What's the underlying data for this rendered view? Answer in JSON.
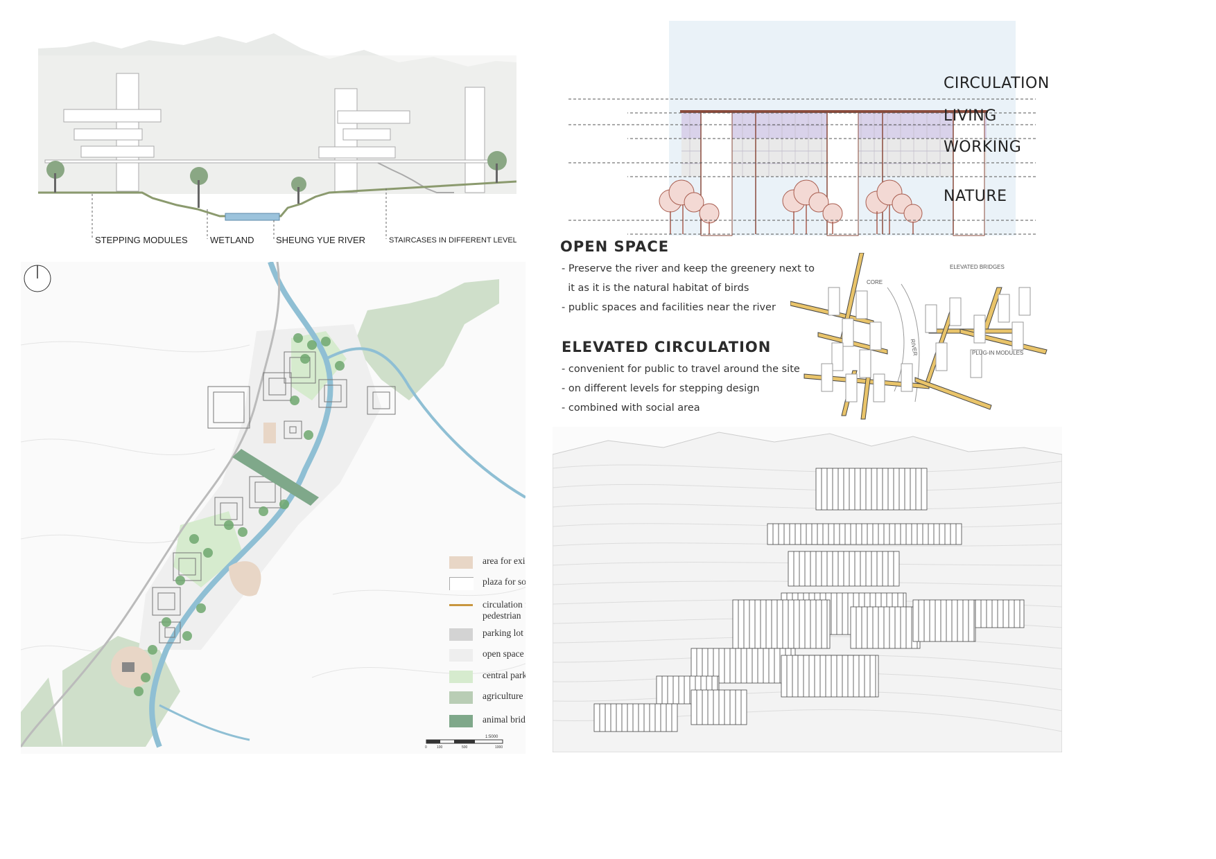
{
  "section": {
    "labels": [
      "STEPPING MODULES",
      "WETLAND",
      "SHEUNG YUE RIVER",
      "STAIRCASES IN DIFFERENT LEVELS"
    ]
  },
  "layers": {
    "labels": [
      "CIRCULATION",
      "LIVING",
      "WORKING",
      "NATURE"
    ]
  },
  "open_space": {
    "title": "OPEN SPACE",
    "bullets": [
      "- Preserve the river and keep the greenery next to",
      "  it as it is the natural habitat of birds",
      "- public spaces and facilities near the river"
    ]
  },
  "elevated": {
    "title": "ELEVATED CIRCULATION",
    "bullets": [
      "- convenient for public to travel around the site",
      "- on different levels for stepping design",
      "- combined with social area"
    ]
  },
  "axon": {
    "labels": [
      "CORE",
      "ELEVATED BRIDGES",
      "PLUG-IN MODULES",
      "RIVER"
    ]
  },
  "map": {
    "legend": [
      {
        "label": "area for existing  buildings",
        "color": "#e8d6c6"
      },
      {
        "label": "plaza for social activities",
        "color": "#ffffff"
      },
      {
        "label": "circulation for bicycle and pedestrian",
        "color": "#c8963f"
      },
      {
        "label": "parking lot",
        "color": "#d3d3d3"
      },
      {
        "label": "open space",
        "color": "#eeeeee"
      },
      {
        "label": "central park",
        "color": "#d6ebce"
      },
      {
        "label": "agriculture",
        "color": "#b9cdb5"
      },
      {
        "label": "animal bridge",
        "color": "#7fa88a"
      }
    ],
    "scale_label": "1:5000",
    "scale_ticks": [
      "0",
      "100",
      "500",
      "1000"
    ]
  },
  "colors": {
    "brown": "#8a4b3c",
    "living": "#d9d2ea",
    "working": "#e6e6e6",
    "nature_bg": "#eaf2f8",
    "river": "#8fbfd4",
    "green": "#a9cf9c",
    "tree": "#4f9a5a",
    "bridge_yellow": "#e9c46a"
  }
}
